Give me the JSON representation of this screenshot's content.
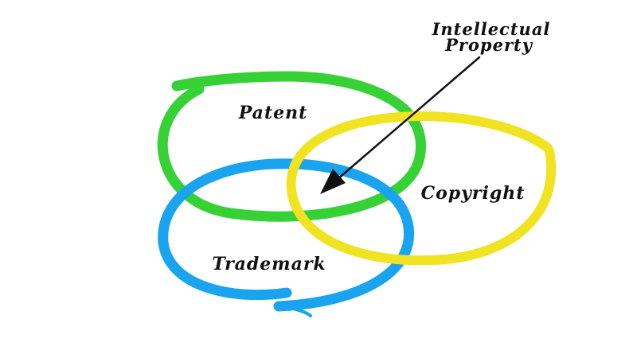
{
  "diagram": {
    "circles": {
      "patent": {
        "label": "Patent",
        "color": "#35d135"
      },
      "copyright": {
        "label": "Copyright",
        "color": "#f0e321"
      },
      "trademark": {
        "label": "Trademark",
        "color": "#1aa3ef"
      }
    },
    "callout": {
      "line1": "Intellectual",
      "line2": "Property",
      "arrow_color": "#111111"
    }
  }
}
